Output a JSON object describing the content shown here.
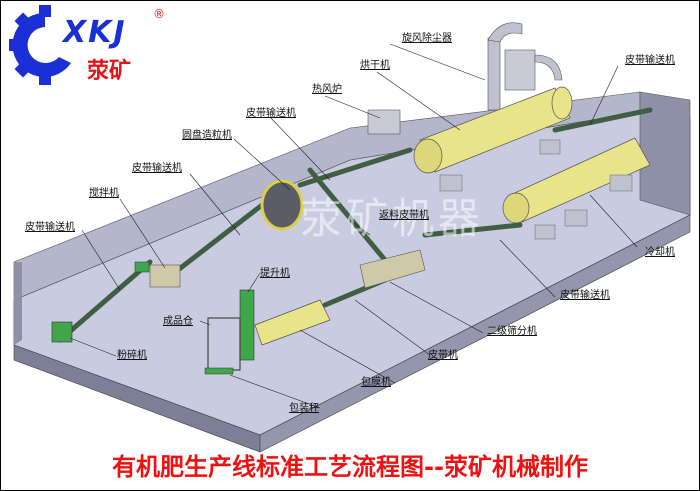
{
  "logo": {
    "brand_letters": "XKJ",
    "brand_cn": "荥矿",
    "registered": "®",
    "colors": {
      "gear": "#1a2fd6",
      "accent": "#e0151b"
    }
  },
  "title": "有机肥生产线标准工艺流程图--荥矿机械制作",
  "watermark": "荥矿机器",
  "labels": {
    "cyclone_dust_collector": "旋风除尘器",
    "dryer": "烘干机",
    "belt_conveyor_top_right": "皮带输送机",
    "hot_air_furnace": "热风炉",
    "belt_conveyor_to_dryer": "皮带输送机",
    "disc_granulator": "圆盘造粒机",
    "belt_conveyor_to_granulator": "皮带输送机",
    "mixer": "搅拌机",
    "belt_conveyor_left": "皮带输送机",
    "return_belt_conveyor": "返料皮带机",
    "cooler": "冷却机",
    "belt_conveyor_from_cooler": "皮带输送机",
    "elevator": "提升机",
    "finished_product_bin": "成品仓",
    "secondary_screener": "二级筛分机",
    "crusher": "粉碎机",
    "belt_machine": "皮带机",
    "coating_machine": "包膜机",
    "packing_scale": "包装秤"
  },
  "colors": {
    "floor": "#c9cbe0",
    "wall": "#8e90a8",
    "wall_light": "#b4b6cc",
    "drum": "#e8e48a",
    "equipment_green": "#3fa64a",
    "conveyor": "#4c6b4e",
    "title_red": "#f01010"
  }
}
